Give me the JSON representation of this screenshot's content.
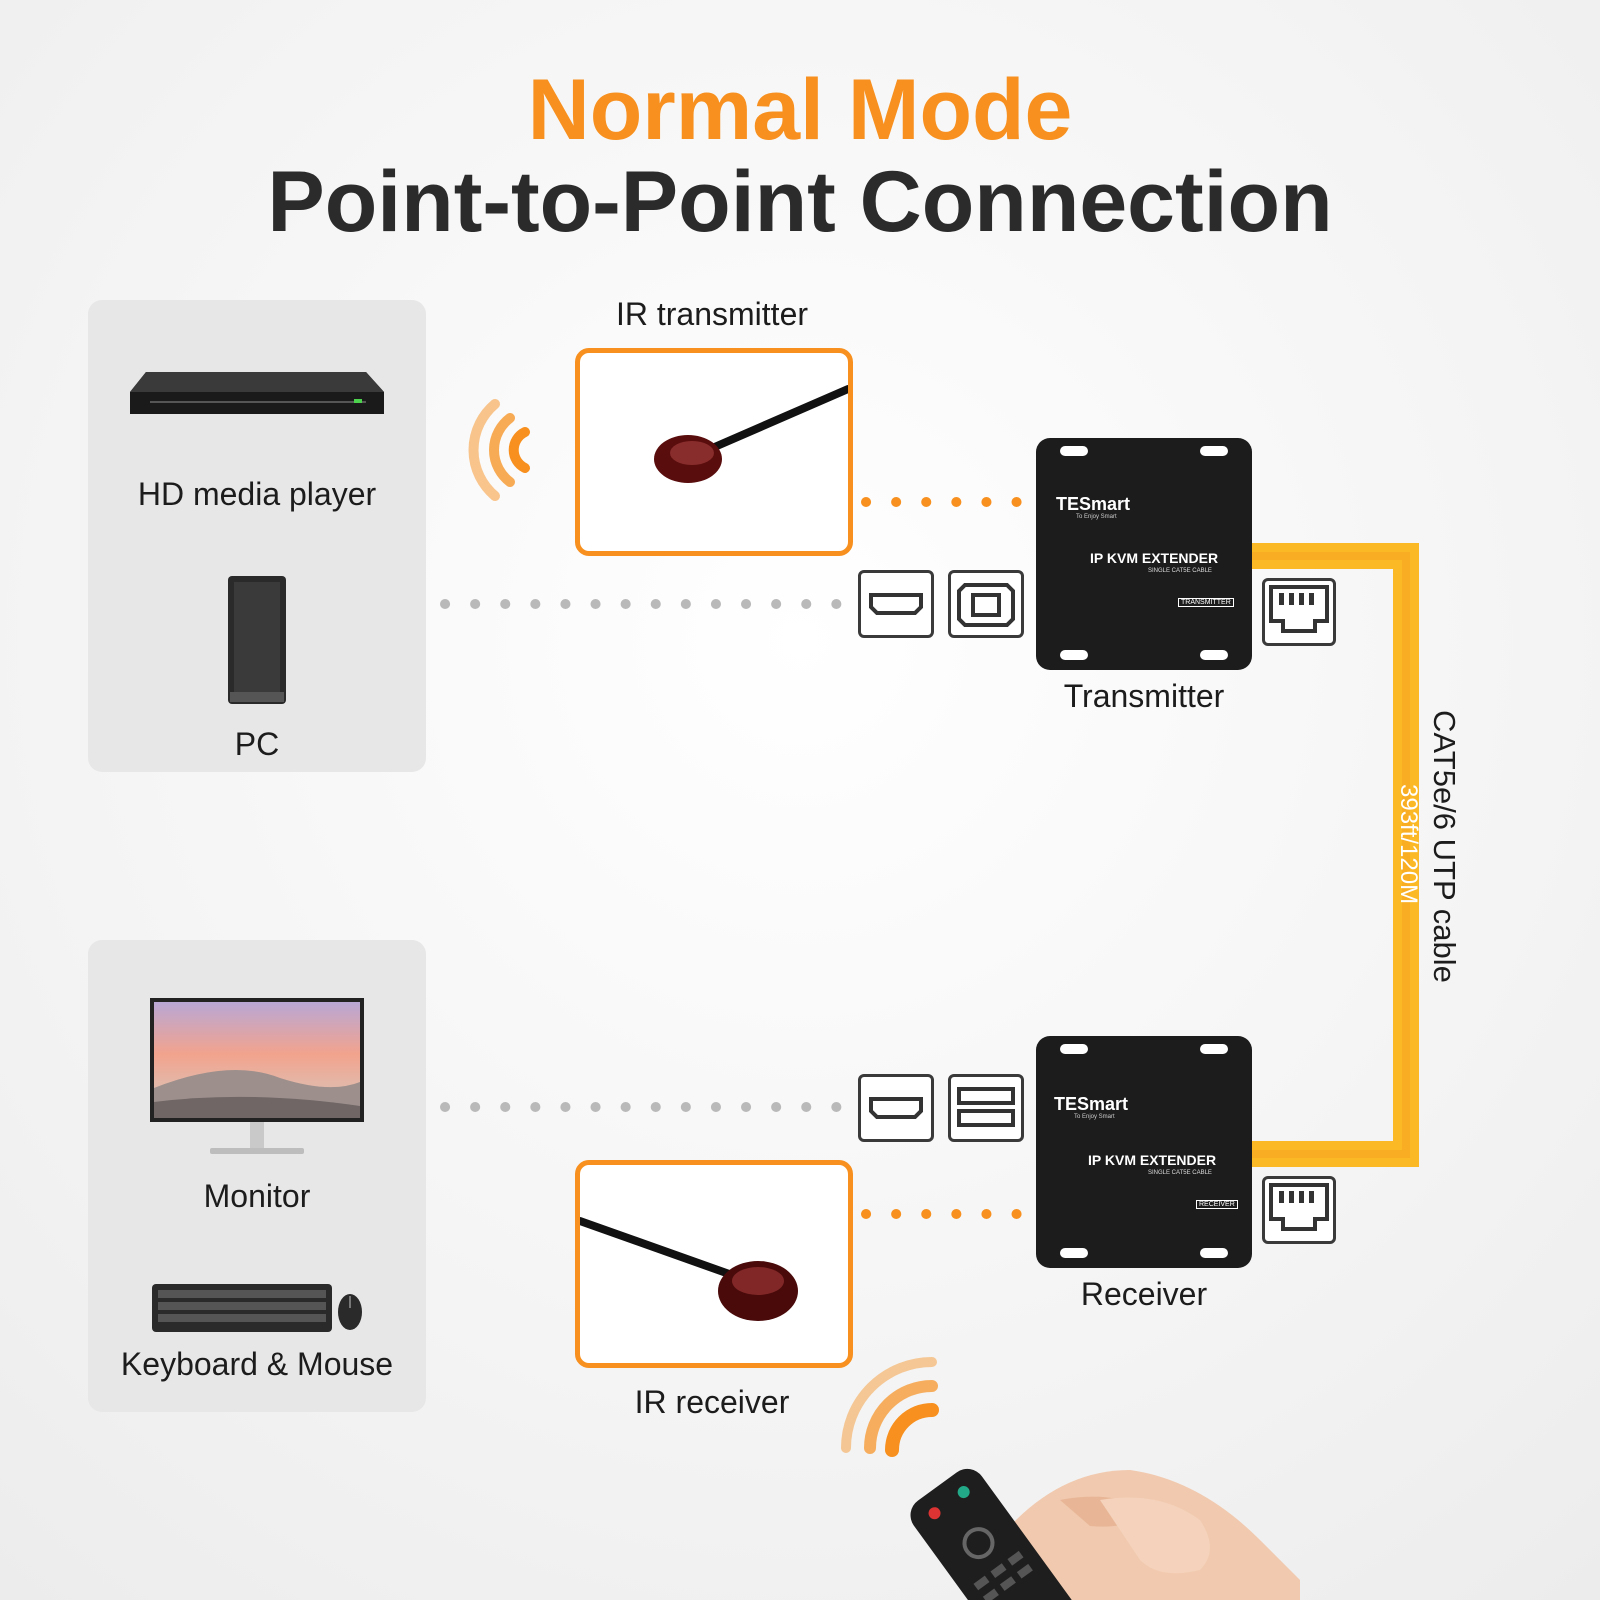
{
  "title": {
    "mode": "Normal Mode",
    "subtitle": "Point-to-Point Connection"
  },
  "source_devices": [
    "HD media player",
    "PC"
  ],
  "output_devices": [
    "Monitor",
    "Keyboard & Mouse"
  ],
  "ir": {
    "transmitter_label": "IR transmitter",
    "receiver_label": "IR receiver"
  },
  "transmitter": {
    "brand": "TESmart",
    "brand_sub": "To Enjoy Smart",
    "product": "IP KVM EXTENDER",
    "product_sub": "SINGLE CAT5E CABLE",
    "tag": "TRANSMITTER",
    "label": "Transmitter"
  },
  "receiver": {
    "brand": "TESmart",
    "brand_sub": "To Enjoy Smart",
    "product": "IP KVM EXTENDER",
    "product_sub": "SINGLE CAT5E CABLE",
    "tag": "RECEIVER",
    "label": "Receiver"
  },
  "cable": {
    "name": "CAT5e/6 UTP cable",
    "length": "393ft/120M"
  },
  "colors": {
    "accent": "#f7901e",
    "cable": "#fbb925",
    "dark": "#1c1c1c",
    "panel": "#e7e7e7"
  }
}
